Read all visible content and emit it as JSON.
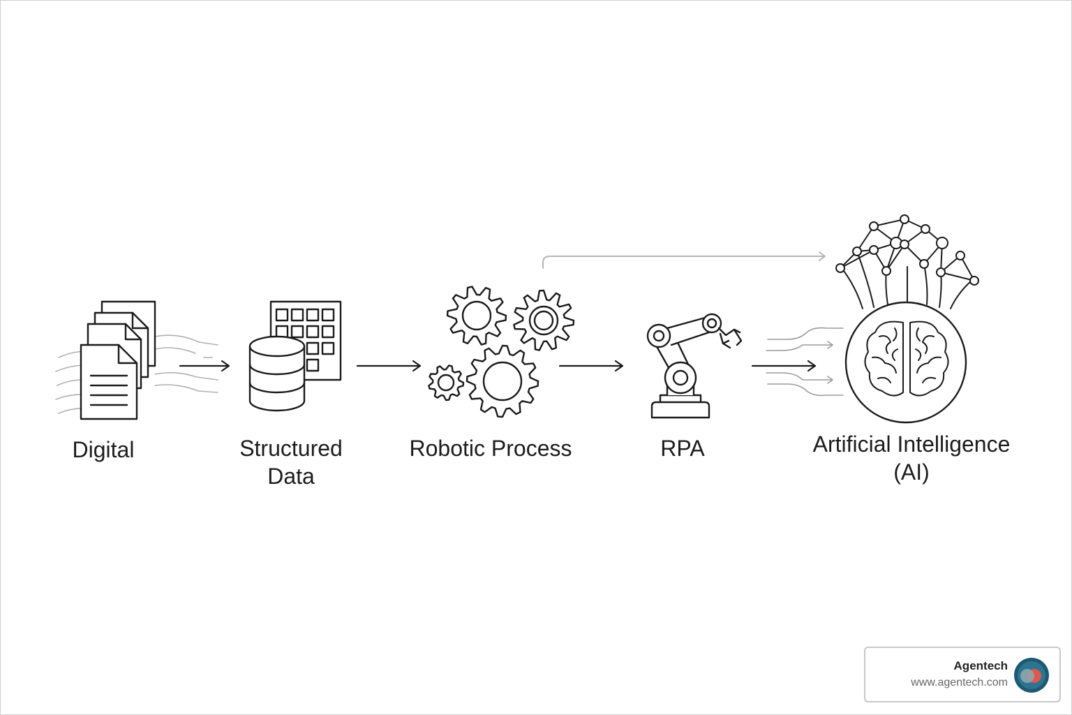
{
  "stages": [
    {
      "label": "Digital",
      "icon": "documents-icon"
    },
    {
      "label": "Structured\nData",
      "icon": "database-icon"
    },
    {
      "label": "Robotic Process",
      "icon": "gears-icon"
    },
    {
      "label": "RPA",
      "icon": "robot-arm-icon"
    },
    {
      "label": "Artificial Intelligence\n(AI)",
      "icon": "brain-network-icon"
    }
  ],
  "brand": {
    "name": "Agentech",
    "url": "www.agentech.com",
    "logo_icon": "agentech-logo-icon"
  },
  "colors": {
    "line": "#1a1a1a",
    "muted": "#b5b5b5",
    "logo_dark": "#1d5a72",
    "logo_accent": "#e2574c"
  }
}
